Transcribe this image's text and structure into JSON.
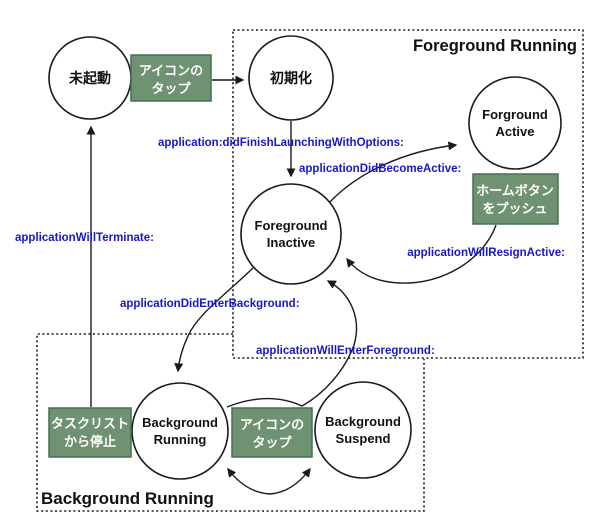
{
  "diagram": {
    "colors": {
      "event_fill": "#6F9272",
      "event_border": "#44704F",
      "label_blue": "#1717CE",
      "line_black": "#1a1a1a"
    },
    "regions": {
      "foreground": {
        "title": "Foreground Running"
      },
      "background": {
        "title": "Background Running"
      }
    },
    "states": {
      "not_launched": {
        "label": "未起動"
      },
      "initializing": {
        "label": "初期化"
      },
      "forground_active": {
        "line1": "Forground",
        "line2": "Active"
      },
      "foreground_inactive": {
        "line1": "Foreground",
        "line2": "Inactive"
      },
      "background_running": {
        "line1": "Background",
        "line2": "Running"
      },
      "background_suspend": {
        "line1": "Background",
        "line2": "Suspend"
      }
    },
    "events": {
      "icon_tap_top": {
        "line1": "アイコンの",
        "line2": "タップ"
      },
      "home_button_push": {
        "line1": "ホームボタン",
        "line2": "をプッシュ"
      },
      "task_list_kill": {
        "line1": "タスクリスト",
        "line2": "から停止"
      },
      "icon_tap_bottom": {
        "line1": "アイコンの",
        "line2": "タップ"
      }
    },
    "transitions": {
      "did_finish_launching": "application:didFinishLaunchingWithOptions:",
      "did_become_active": "applicationDidBecomeActive:",
      "will_resign_active": "applicationWillResignActive:",
      "will_terminate": "applicationWillTerminate:",
      "did_enter_background": "applicationDidEnterBackground:",
      "will_enter_foreground": "applicationWillEnterForeground:"
    }
  }
}
